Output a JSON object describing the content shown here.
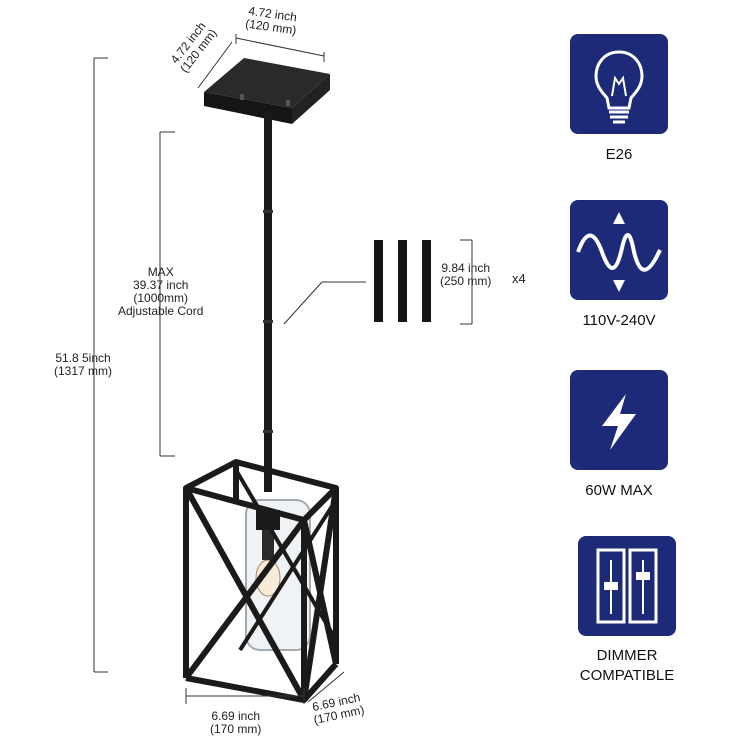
{
  "dimensions": {
    "canopy_width": {
      "inch": "4.72 inch",
      "mm": "(120 mm)"
    },
    "canopy_depth": {
      "inch": "4.72 inch",
      "mm": "(120 mm)"
    },
    "cord": {
      "max": "MAX",
      "inch": "39.37 inch",
      "mm": "(1000mm)",
      "note": "Adjustable Cord"
    },
    "total_height": {
      "inch": "51.8 5inch",
      "mm": "(1317 mm)"
    },
    "rods": {
      "inch": "9.84 inch",
      "mm": "(250 mm)",
      "qty": "x4"
    },
    "shade_width": {
      "inch": "6.69 inch",
      "mm": "(170 mm)"
    },
    "shade_depth": {
      "inch": "6.69 inch",
      "mm": "(170 mm)"
    }
  },
  "specs": [
    {
      "icon": "bulb-icon",
      "label": "E26"
    },
    {
      "icon": "voltage-wave-icon",
      "label": "110V-240V"
    },
    {
      "icon": "lightning-icon",
      "label": "60W MAX"
    },
    {
      "icon": "dimmer-switch-icon",
      "label_line1": "DIMMER",
      "label_line2": "COMPATIBLE"
    }
  ],
  "colors": {
    "badge": "#1d2a78",
    "fixture": "#1e1e1e",
    "dimension_line": "#222222"
  }
}
